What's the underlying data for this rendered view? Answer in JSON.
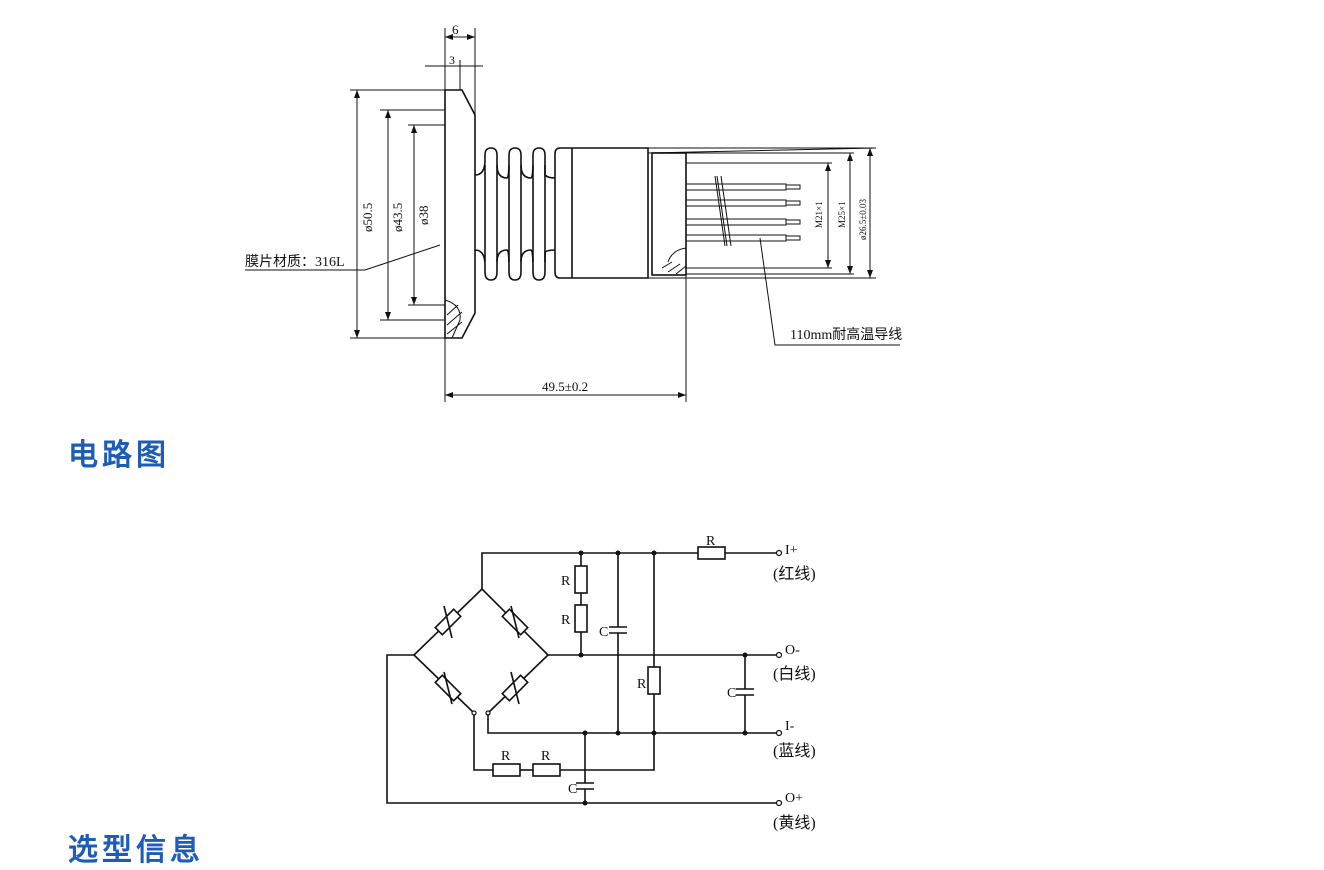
{
  "drawing": {
    "dim_width_total": "6",
    "dim_width_flange": "3",
    "dia_outer": "ø50.5",
    "dia_mid": "ø43.5",
    "dia_inner": "ø38",
    "membrane_label": "膜片材质：316L",
    "thread_m21": "M21×1",
    "thread_m25": "M25×1",
    "dia_body": "ø26.5±0.03",
    "length": "49.5±0.2",
    "wire_label": "110mm耐高温导线"
  },
  "sections": {
    "circuit_title": "电路图",
    "selection_title": "选型信息"
  },
  "circuit": {
    "resistor": "R",
    "capacitor": "C",
    "terminals": [
      {
        "name": "I+",
        "color": "(红线)"
      },
      {
        "name": "O-",
        "color": "(白线)"
      },
      {
        "name": "I-",
        "color": "(蓝线)"
      },
      {
        "name": "O+",
        "color": "(黄线)"
      }
    ]
  }
}
